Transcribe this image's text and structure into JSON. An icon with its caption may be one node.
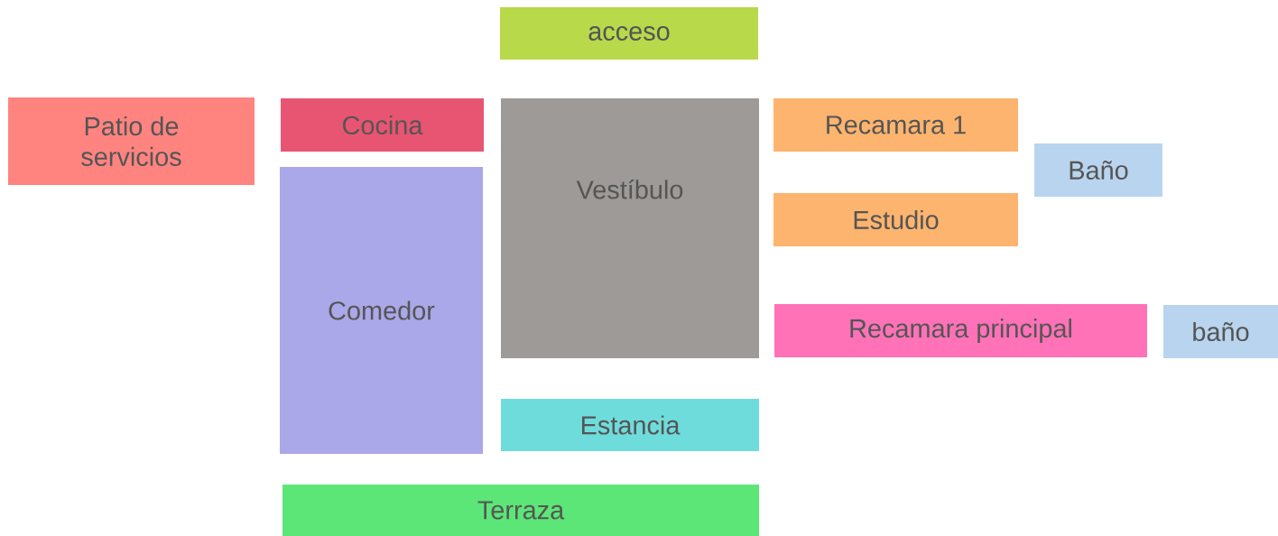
{
  "diagram": {
    "nodes": [
      {
        "text": [
          "acceso"
        ]
      },
      {
        "text": [
          "Patio de servicios"
        ]
      },
      {
        "text": [
          "Cocina"
        ]
      },
      {
        "text": [
          "Vestíbulo"
        ]
      },
      {
        "text": [
          "Recamara 1"
        ]
      },
      {
        "text": [
          "Baño"
        ]
      },
      {
        "text": [
          "Estudio"
        ]
      },
      {
        "text": [
          "Comedor"
        ]
      },
      {
        "text": [
          "Recamara principal"
        ]
      },
      {
        "text": [
          "baño"
        ]
      },
      {
        "text": [
          "Estancia"
        ]
      },
      {
        "text": [
          "Terraza"
        ]
      }
    ]
  }
}
